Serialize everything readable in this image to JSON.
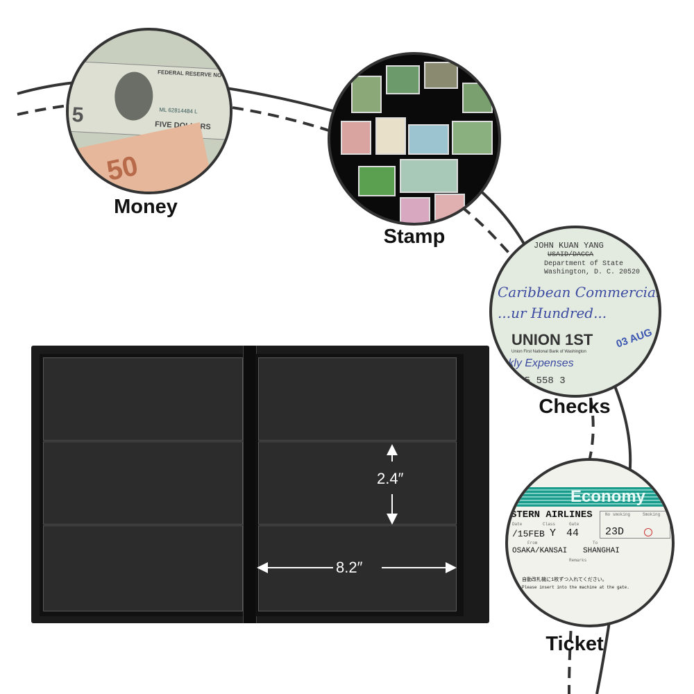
{
  "labels": {
    "money": "Money",
    "stamp": "Stamp",
    "checks": "Checks",
    "ticket": "Ticket"
  },
  "dimensions": {
    "height": "2.4″",
    "width": "8.2″"
  },
  "money": {
    "bill_top": "FEDERAL RESERVE NOTE",
    "bill_word": "FIVE DOLLARS",
    "bill_number": "5",
    "euro": "50",
    "serial": "ML 62814484 L"
  },
  "check": {
    "name": "JOHN KUAN YANG",
    "line2": "USAID/DACCA",
    "line3": "Department of State",
    "line4": "Washington, D. C. 20520",
    "payee": "Caribbean Commercial",
    "amount": "...ur Hundred...",
    "bank": "UNION 1ST",
    "bank_sub": "Union First National Bank of Washington",
    "memo": "...kly Expenses",
    "stamp_text": "03 AUG",
    "micr": "⑆ 5 558 3"
  },
  "ticket": {
    "header": "Economy",
    "airline": "STERN AIRLINES",
    "date_label": "Date",
    "class_label": "Class",
    "gate_label": "Gate",
    "no_smoking_label": "No smoking",
    "smoking_label": "Smoking",
    "date": "/15FEB",
    "class": "Y",
    "gate": "44",
    "seat": "23D",
    "from_label": "From",
    "to_label": "To",
    "from": "OSAKA/KANSAI",
    "to": "SHANGHAI",
    "remarks_label": "Remarks",
    "notice_jp": "自動改札機に1枚ずつ入れてください。",
    "notice_en": "Please insert into the machine at the gate."
  },
  "colors": {
    "teal": "#1a9c8c",
    "album": "#1b1b1b",
    "line": "#333333"
  }
}
